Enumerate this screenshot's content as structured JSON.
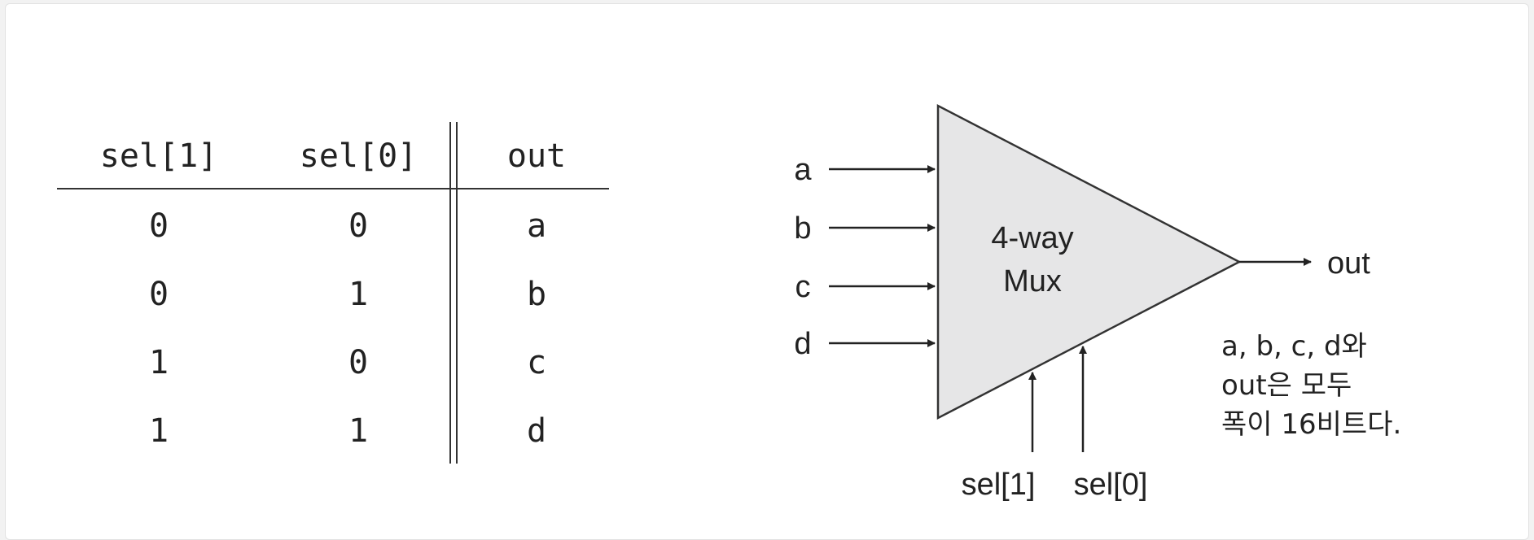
{
  "truth_table": {
    "headers": [
      "sel[1]",
      "sel[0]",
      "out"
    ],
    "rows": [
      [
        "0",
        "0",
        "a"
      ],
      [
        "0",
        "1",
        "b"
      ],
      [
        "1",
        "0",
        "c"
      ],
      [
        "1",
        "1",
        "d"
      ]
    ]
  },
  "mux": {
    "label_line1": "4-way",
    "label_line2": "Mux",
    "inputs": [
      "a",
      "b",
      "c",
      "d"
    ],
    "output": "out",
    "selects": [
      "sel[1]",
      "sel[0]"
    ],
    "fill_color": "#e6e6e7"
  },
  "note": {
    "lines": [
      "a, b, c, d와",
      "out은 모두",
      "폭이 16비트다."
    ]
  }
}
